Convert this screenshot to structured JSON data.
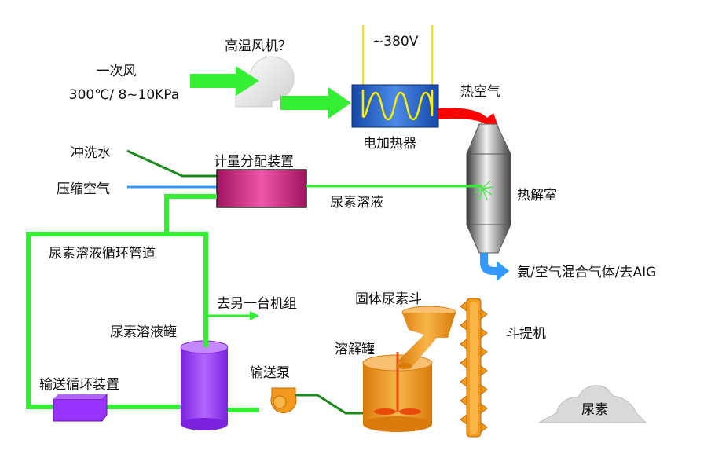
{
  "labels": {
    "primary_air_line1": "一次风",
    "primary_air_line2": "300℃/ 8~10KPa",
    "blower": "高温风机？",
    "voltage": "~380V",
    "heater": "电加热器",
    "hot_air": "热空气",
    "flush_water": "冲洗水",
    "compressed_air": "压缩空气",
    "metering": "计量分配装置",
    "urea_solution": "尿素溶液",
    "decomposer": "热解室",
    "circulation_pipe": "尿素溶液循环管道",
    "to_other_unit": "去另一台机组",
    "ammonia_out": "氨/空气混合气体/去AIG",
    "solid_hopper": "固体尿素斗",
    "dissolve_tank": "溶解罐",
    "bucket_elevator": "斗提机",
    "solution_tank": "尿素溶液罐",
    "transfer_pump": "输送泵",
    "circulation_device": "输送循环装置",
    "urea": "尿素"
  },
  "colors": {
    "green_pipe": "#33ee33",
    "dark_green": "#1a8a1a",
    "blue_line": "#3399ff",
    "hot_arrow": "#ff0000",
    "heater_blue": "#1f5fd0",
    "coil": "#ffee00",
    "metering_magenta": "#cc2277",
    "tank_purple": "#9933ff",
    "orange": "#f39a1e"
  }
}
